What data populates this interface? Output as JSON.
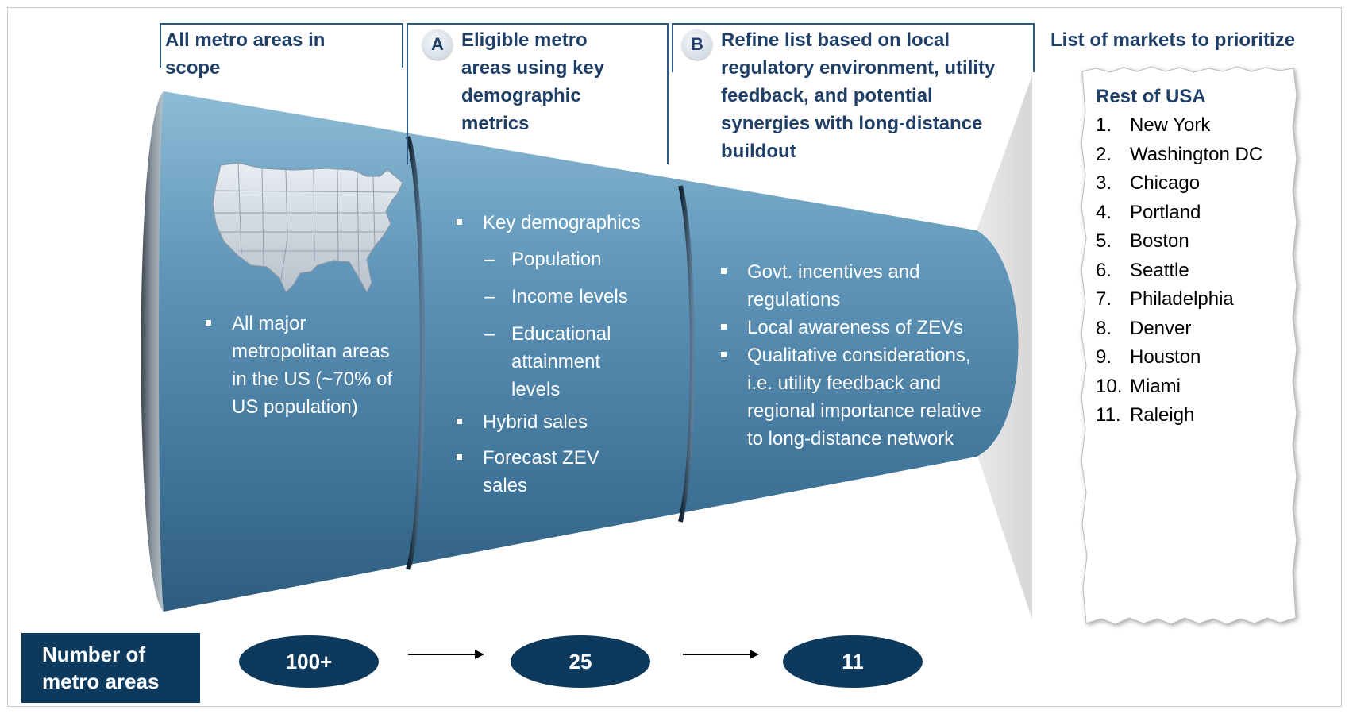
{
  "stages": [
    {
      "title": "All metro areas in scope",
      "bullets": [
        "All major metropolitan areas in the US (~70% of US population)"
      ]
    },
    {
      "badge": "A",
      "title": "Eligible metro areas using key demographic metrics",
      "bullets": [
        "Key demographics",
        "Hybrid sales",
        "Forecast ZEV sales"
      ],
      "sub_bullets": [
        "Population",
        "Income levels",
        "Educational attainment levels"
      ]
    },
    {
      "badge": "B",
      "title": "Refine list based on local regulatory environment, utility feedback, and potential synergies with long-distance buildout",
      "bullets": [
        "Govt. incentives and regulations",
        "Local awareness of ZEVs",
        "Qualitative considerations, i.e. utility feedback and regional importance relative to long-distance network"
      ]
    }
  ],
  "markets": {
    "heading": "List of markets to prioritize",
    "subheading": "Rest of USA",
    "items": [
      {
        "num": "1.",
        "name": "New York"
      },
      {
        "num": "2.",
        "name": "Washington DC"
      },
      {
        "num": "3.",
        "name": "Chicago"
      },
      {
        "num": "4.",
        "name": "Portland"
      },
      {
        "num": "5.",
        "name": "Boston"
      },
      {
        "num": "6.",
        "name": "Seattle"
      },
      {
        "num": "7.",
        "name": "Philadelphia"
      },
      {
        "num": "8.",
        "name": "Denver"
      },
      {
        "num": "9.",
        "name": "Houston"
      },
      {
        "num": "10.",
        "name": "Miami"
      },
      {
        "num": "11.",
        "name": "Raleigh"
      }
    ]
  },
  "counts": {
    "label": "Number of metro areas",
    "values": [
      "100+",
      "25",
      "11"
    ]
  },
  "colors": {
    "funnel": "#4f88ad",
    "dark": "#0d3a5c",
    "title": "#1f3f66"
  }
}
